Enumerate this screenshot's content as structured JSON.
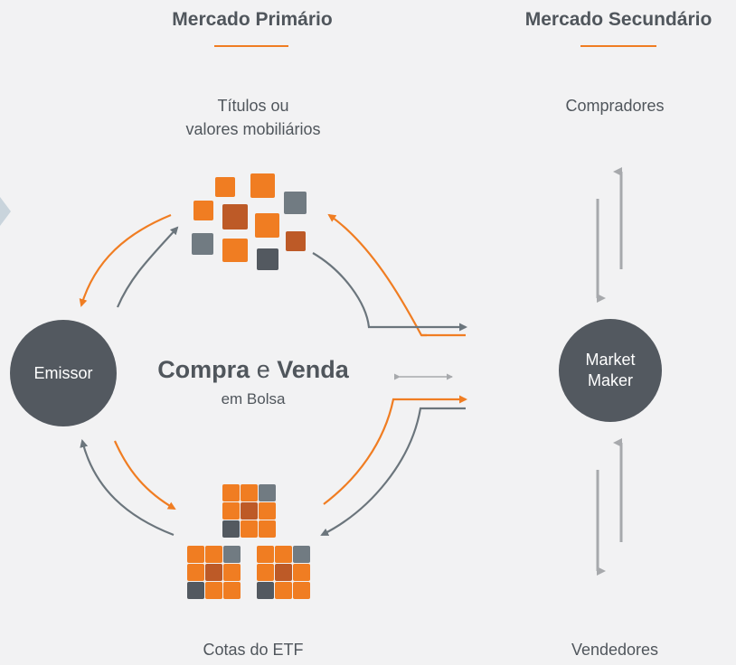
{
  "headers": {
    "primary": "Mercado Primário",
    "secondary": "Mercado Secundário"
  },
  "labels": {
    "securities_line1": "Títulos ou",
    "securities_line2": "valores mobiliários",
    "buyers": "Compradores",
    "etf_shares": "Cotas do ETF",
    "sellers": "Vendedores"
  },
  "nodes": {
    "issuer": "Emissor",
    "market_maker_line1": "Market",
    "market_maker_line2": "Maker"
  },
  "center": {
    "buy": "Compra",
    "and": "e",
    "sell": "Venda",
    "sub": "em Bolsa"
  },
  "colors": {
    "orange": "#f07d22",
    "dark_orange": "#bd5a27",
    "gray": "#717b82",
    "dark_gray": "#535960",
    "arrow_gray": "#6b757c",
    "light_gray_arrow": "#a7a9ac",
    "background": "#f2f2f3"
  },
  "icons": {
    "securities": "scattered-squares-icon",
    "etf": "stacked-squares-icon"
  }
}
